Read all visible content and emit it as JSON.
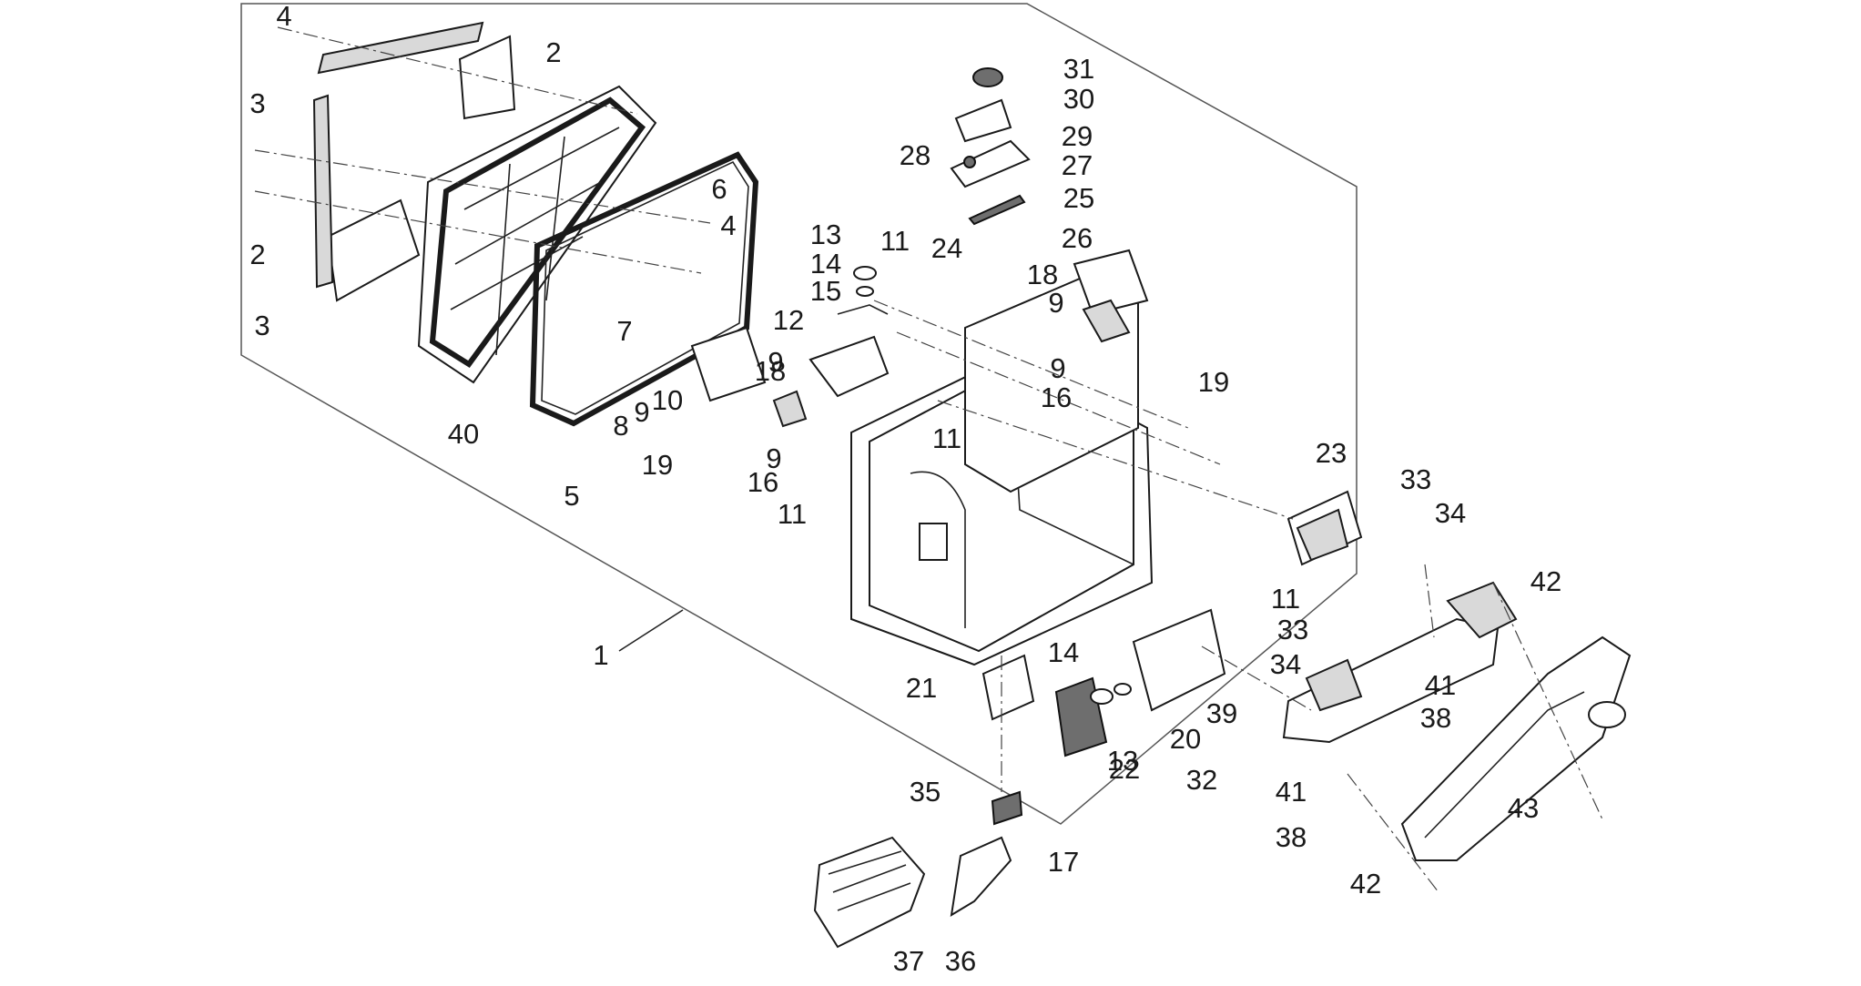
{
  "diagram": {
    "callouts": [
      "1",
      "2",
      "3",
      "4",
      "5",
      "6",
      "7",
      "8",
      "9",
      "10",
      "11",
      "12",
      "13",
      "14",
      "15",
      "16",
      "17",
      "18",
      "19",
      "20",
      "21",
      "22",
      "23",
      "24",
      "25",
      "26",
      "27",
      "28",
      "29",
      "30",
      "31",
      "32",
      "33",
      "34",
      "35",
      "36",
      "37",
      "38",
      "39",
      "40",
      "41",
      "42",
      "43"
    ]
  }
}
